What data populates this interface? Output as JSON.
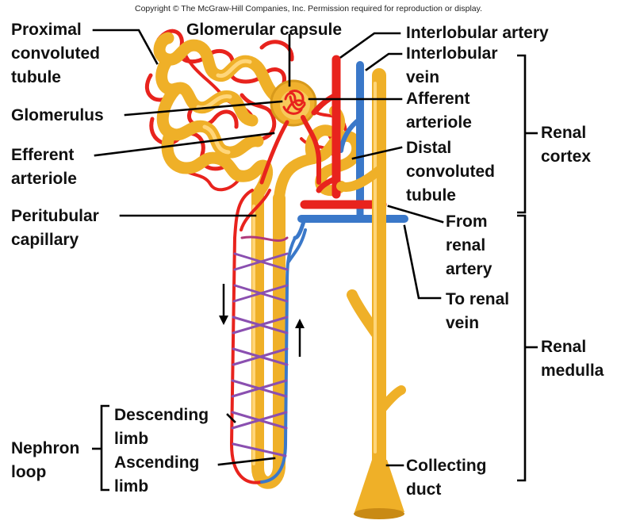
{
  "copyright": "Copyright © The McGraw-Hill Companies, Inc. Permission required for reproduction or display.",
  "labels": {
    "proximal": [
      "Proximal",
      "convoluted",
      "tubule"
    ],
    "glomerular_capsule": "Glomerular capsule",
    "glomerulus": "Glomerulus",
    "efferent": [
      "Efferent",
      "arteriole"
    ],
    "peritubular": [
      "Peritubular",
      "capillary"
    ],
    "interlobular_artery": "Interlobular artery",
    "interlobular_vein": [
      "Interlobular",
      "vein"
    ],
    "afferent": [
      "Afferent",
      "arteriole"
    ],
    "distal": [
      "Distal",
      "convoluted",
      "tubule"
    ],
    "from_renal_artery": [
      "From",
      "renal",
      "artery"
    ],
    "to_renal_vein": [
      "To renal",
      "vein"
    ],
    "renal_cortex": [
      "Renal",
      "cortex"
    ],
    "renal_medulla": [
      "Renal",
      "medulla"
    ],
    "descending_limb": [
      "Descending",
      "limb"
    ],
    "ascending_limb": [
      "Ascending",
      "limb"
    ],
    "nephron_loop": [
      "Nephron",
      "loop"
    ],
    "collecting_duct": [
      "Collecting",
      "duct"
    ]
  },
  "colors": {
    "tubule": "#efb028",
    "artery": "#e8231d",
    "vein": "#3a78c9",
    "capillary_mix": "#8a4fb0"
  }
}
